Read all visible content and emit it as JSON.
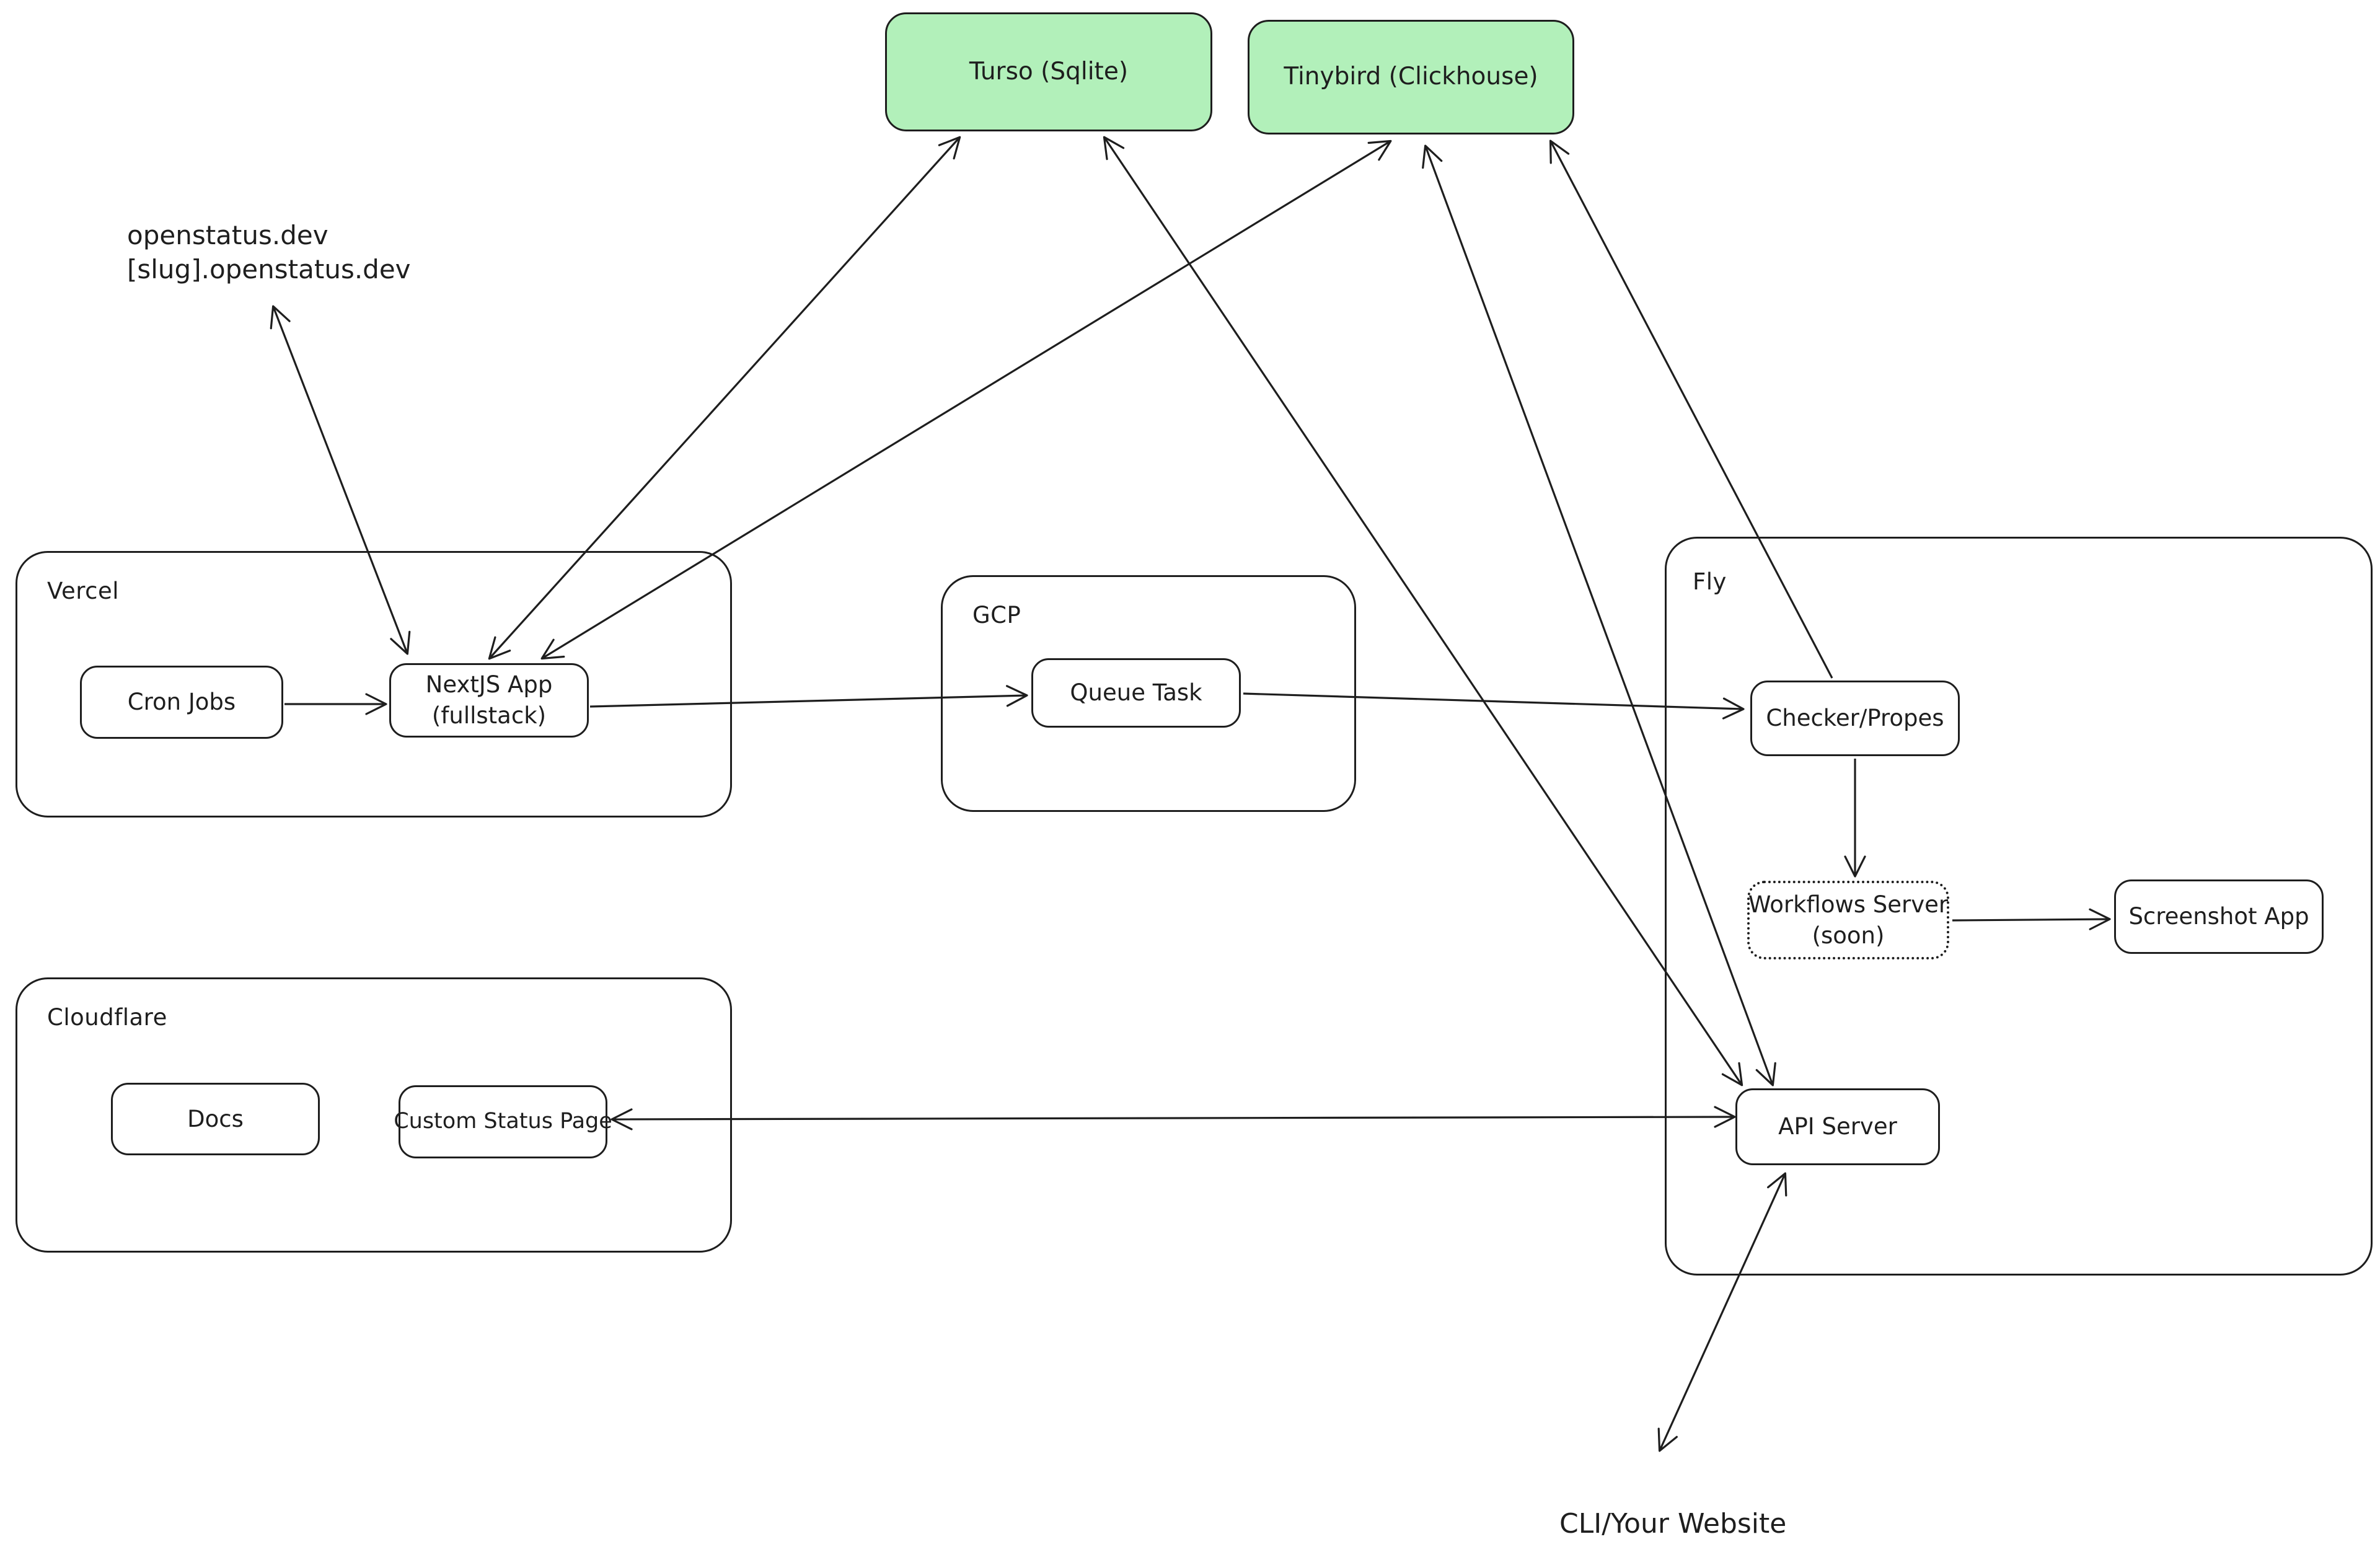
{
  "clusters": {
    "vercel": {
      "label": "Vercel"
    },
    "gcp": {
      "label": "GCP"
    },
    "fly": {
      "label": "Fly"
    },
    "cloudflare": {
      "label": "Cloudflare"
    }
  },
  "nodes": {
    "turso": {
      "label": "Turso (Sqlite)"
    },
    "tinybird": {
      "label": "Tinybird (Clickhouse)"
    },
    "cron_jobs": {
      "label": "Cron Jobs"
    },
    "nextjs_app": {
      "line1": "NextJS App",
      "line2": "(fullstack)"
    },
    "queue_task": {
      "label": "Queue Task"
    },
    "checker": {
      "label": "Checker/Propes"
    },
    "workflows_server": {
      "line1": "Workflows Server",
      "line2": "(soon)"
    },
    "screenshot_app": {
      "label": "Screenshot App"
    },
    "api_server": {
      "label": "API Server"
    },
    "docs": {
      "label": "Docs"
    },
    "custom_status_page": {
      "label": "Custom Status Page"
    }
  },
  "annotations": {
    "domains": {
      "line1": "openstatus.dev",
      "line2": "[slug].openstatus.dev"
    },
    "cli": {
      "label": "CLI/Your Website"
    }
  },
  "edges": [
    {
      "id": "domains-nextjs",
      "from": "nextjs_app",
      "to": "domains",
      "double": true
    },
    {
      "id": "cron-nextjs",
      "from": "cron_jobs",
      "to": "nextjs_app",
      "double": false
    },
    {
      "id": "nextjs-queue",
      "from": "nextjs_app",
      "to": "queue_task",
      "double": false
    },
    {
      "id": "queue-checker",
      "from": "queue_task",
      "to": "checker",
      "double": false
    },
    {
      "id": "checker-workflows",
      "from": "checker",
      "to": "workflows_server",
      "double": false
    },
    {
      "id": "workflows-screenshot",
      "from": "workflows_server",
      "to": "screenshot_app",
      "double": false
    },
    {
      "id": "nextjs-turso",
      "from": "nextjs_app",
      "to": "turso",
      "double": true
    },
    {
      "id": "nextjs-tinybird",
      "from": "nextjs_app",
      "to": "tinybird",
      "double": true
    },
    {
      "id": "checker-tinybird",
      "from": "checker",
      "to": "tinybird",
      "double": false
    },
    {
      "id": "api-turso",
      "from": "api_server",
      "to": "turso",
      "double": true
    },
    {
      "id": "api-tinybird",
      "from": "api_server",
      "to": "tinybird",
      "double": true
    },
    {
      "id": "api-statuspage",
      "from": "api_server",
      "to": "custom_status_page",
      "double": true
    },
    {
      "id": "api-cli",
      "from": "api_server",
      "to": "cli",
      "double": true
    }
  ],
  "colors": {
    "stroke": "#1e1e1e",
    "db_fill": "#b2f0ba",
    "node_fill": "#ffffff",
    "background": "#ffffff"
  }
}
